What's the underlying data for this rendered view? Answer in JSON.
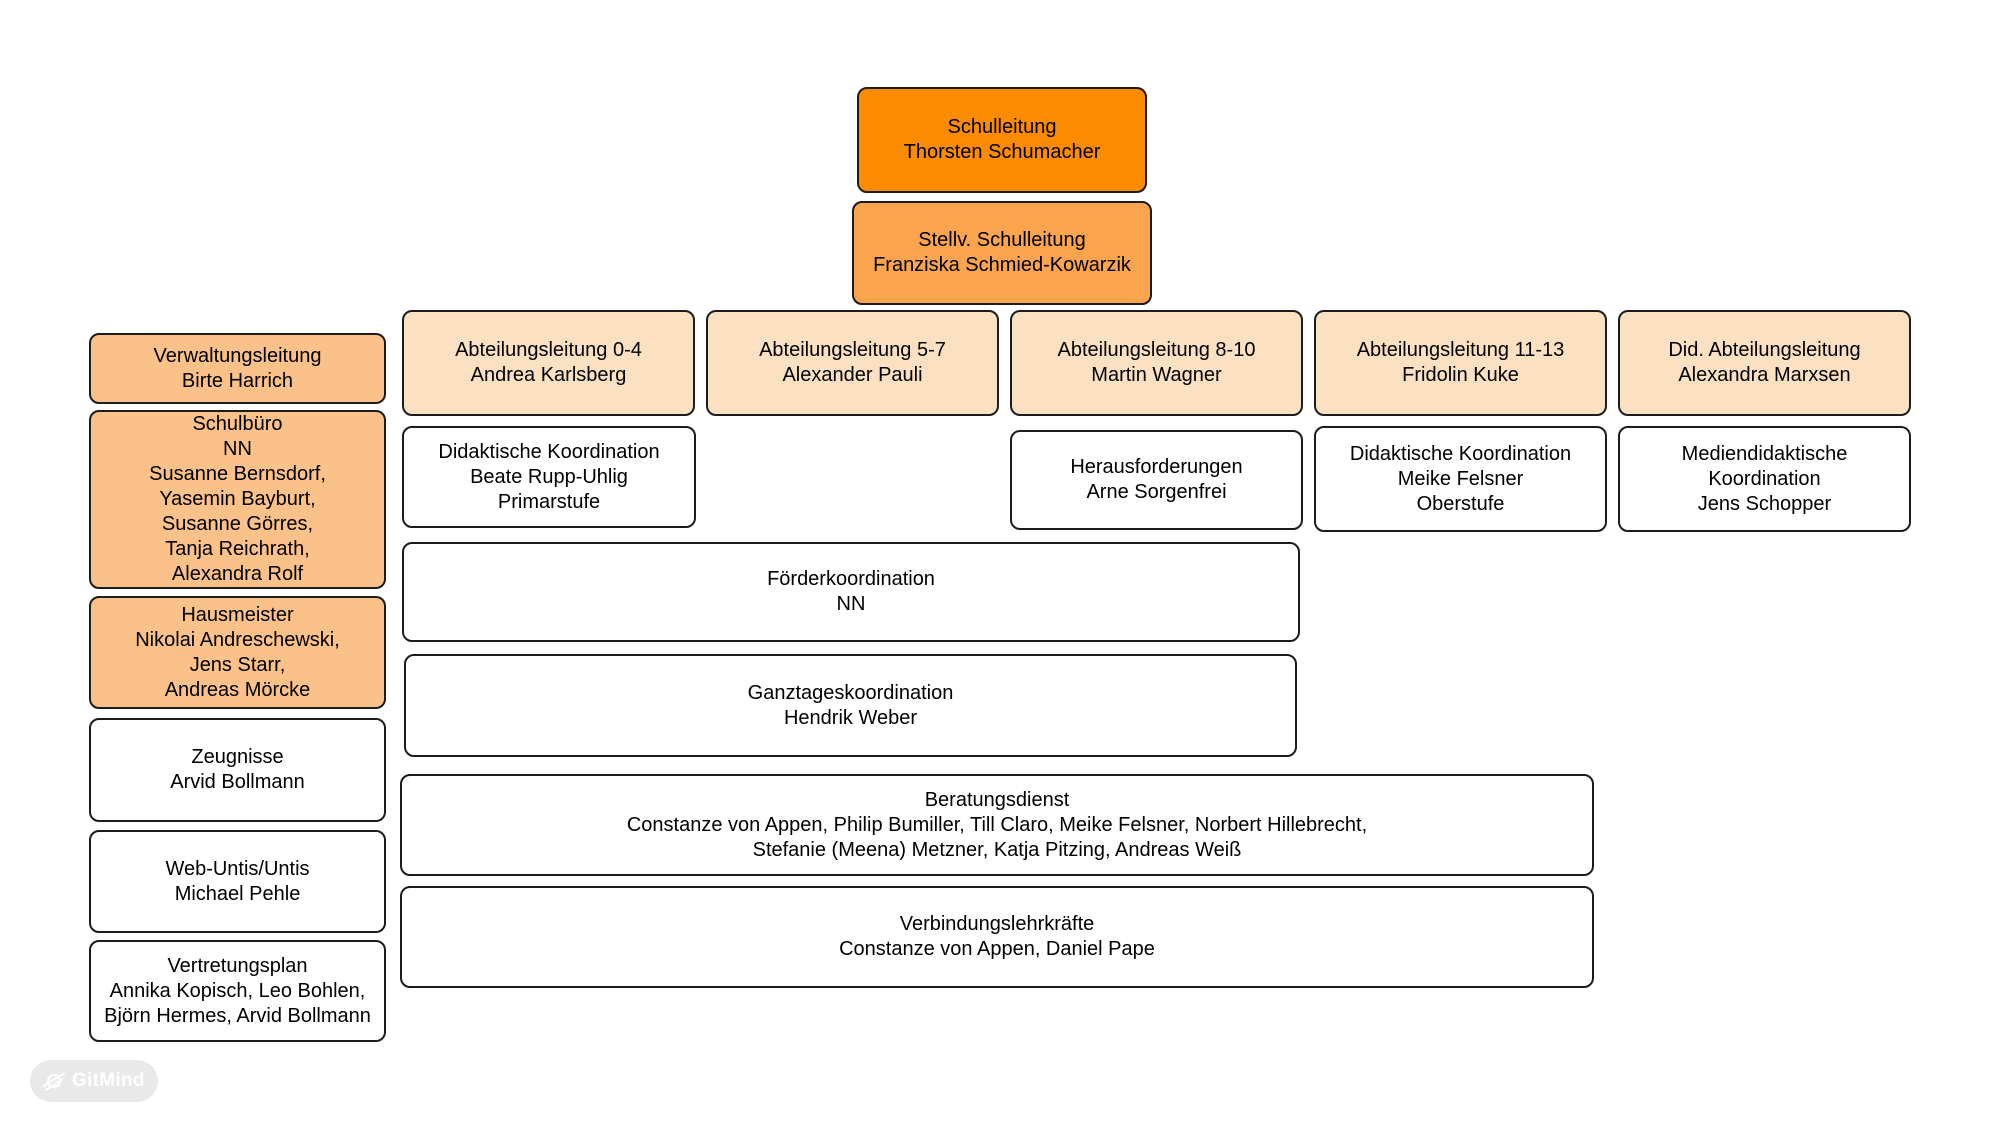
{
  "boxes": {
    "schulleitung": {
      "text": "Schulleitung\nThorsten Schumacher"
    },
    "stellv_schulleitung": {
      "text": "Stellv. Schulleitung\nFranziska Schmied-Kowarzik"
    },
    "verwaltungsleitung": {
      "text": "Verwaltungsleitung\nBirte Harrich"
    },
    "schulbuero": {
      "text": "Schulbüro\nNN\nSusanne Bernsdorf,\nYasemin Bayburt,\nSusanne Görres,\nTanja Reichrath,\nAlexandra Rolf"
    },
    "hausmeister": {
      "text": "Hausmeister\nNikolai Andreschewski,\nJens Starr,\nAndreas Mörcke"
    },
    "zeugnisse": {
      "text": "Zeugnisse\nArvid Bollmann"
    },
    "web_untis": {
      "text": "Web-Untis/Untis\nMichael Pehle"
    },
    "vertretungsplan": {
      "text": "Vertretungsplan\nAnnika Kopisch, Leo Bohlen,\nBjörn Hermes, Arvid Bollmann"
    },
    "abteilungsleitung_0_4": {
      "text": "Abteilungsleitung 0-4\nAndrea Karlsberg"
    },
    "abteilungsleitung_5_7": {
      "text": "Abteilungsleitung 5-7\nAlexander Pauli"
    },
    "abteilungsleitung_8_10": {
      "text": "Abteilungsleitung 8-10\nMartin Wagner"
    },
    "abteilungsleitung_11_13": {
      "text": "Abteilungsleitung 11-13\nFridolin Kuke"
    },
    "did_abteilungsleitung": {
      "text": "Did. Abteilungsleitung\nAlexandra Marxsen"
    },
    "didaktische_koordination_primarstufe": {
      "text": "Didaktische Koordination\nBeate Rupp-Uhlig\nPrimarstufe"
    },
    "herausforderungen": {
      "text": "Herausforderungen\nArne Sorgenfrei"
    },
    "didaktische_koordination_oberstufe": {
      "text": "Didaktische Koordination\nMeike Felsner\nOberstufe"
    },
    "mediendidaktische_koordination": {
      "text": "Mediendidaktische\nKoordination\nJens Schopper"
    },
    "foerderkoordination": {
      "text": "Förderkoordination\nNN"
    },
    "ganztageskoordination": {
      "text": "Ganztageskoordination\nHendrik Weber"
    },
    "beratungsdienst": {
      "text": "Beratungsdienst\nConstanze von Appen, Philip Bumiller, Till Claro, Meike Felsner, Norbert Hillebrecht,\nStefanie (Meena) Metzner, Katja Pitzing, Andreas Weiß"
    },
    "verbindungslehrkraefte": {
      "text": "Verbindungslehrkräfte\nConstanze von Appen, Daniel Pape"
    }
  },
  "watermark": {
    "label": "GitMind",
    "icon": "gitmind-planet-logo"
  },
  "colors": {
    "level1": "#fb8b00",
    "level2": "#faa44e",
    "admin": "#fac189",
    "department": "#fbe0c2",
    "plain": "#ffffff",
    "border": "#1c1c1c"
  }
}
